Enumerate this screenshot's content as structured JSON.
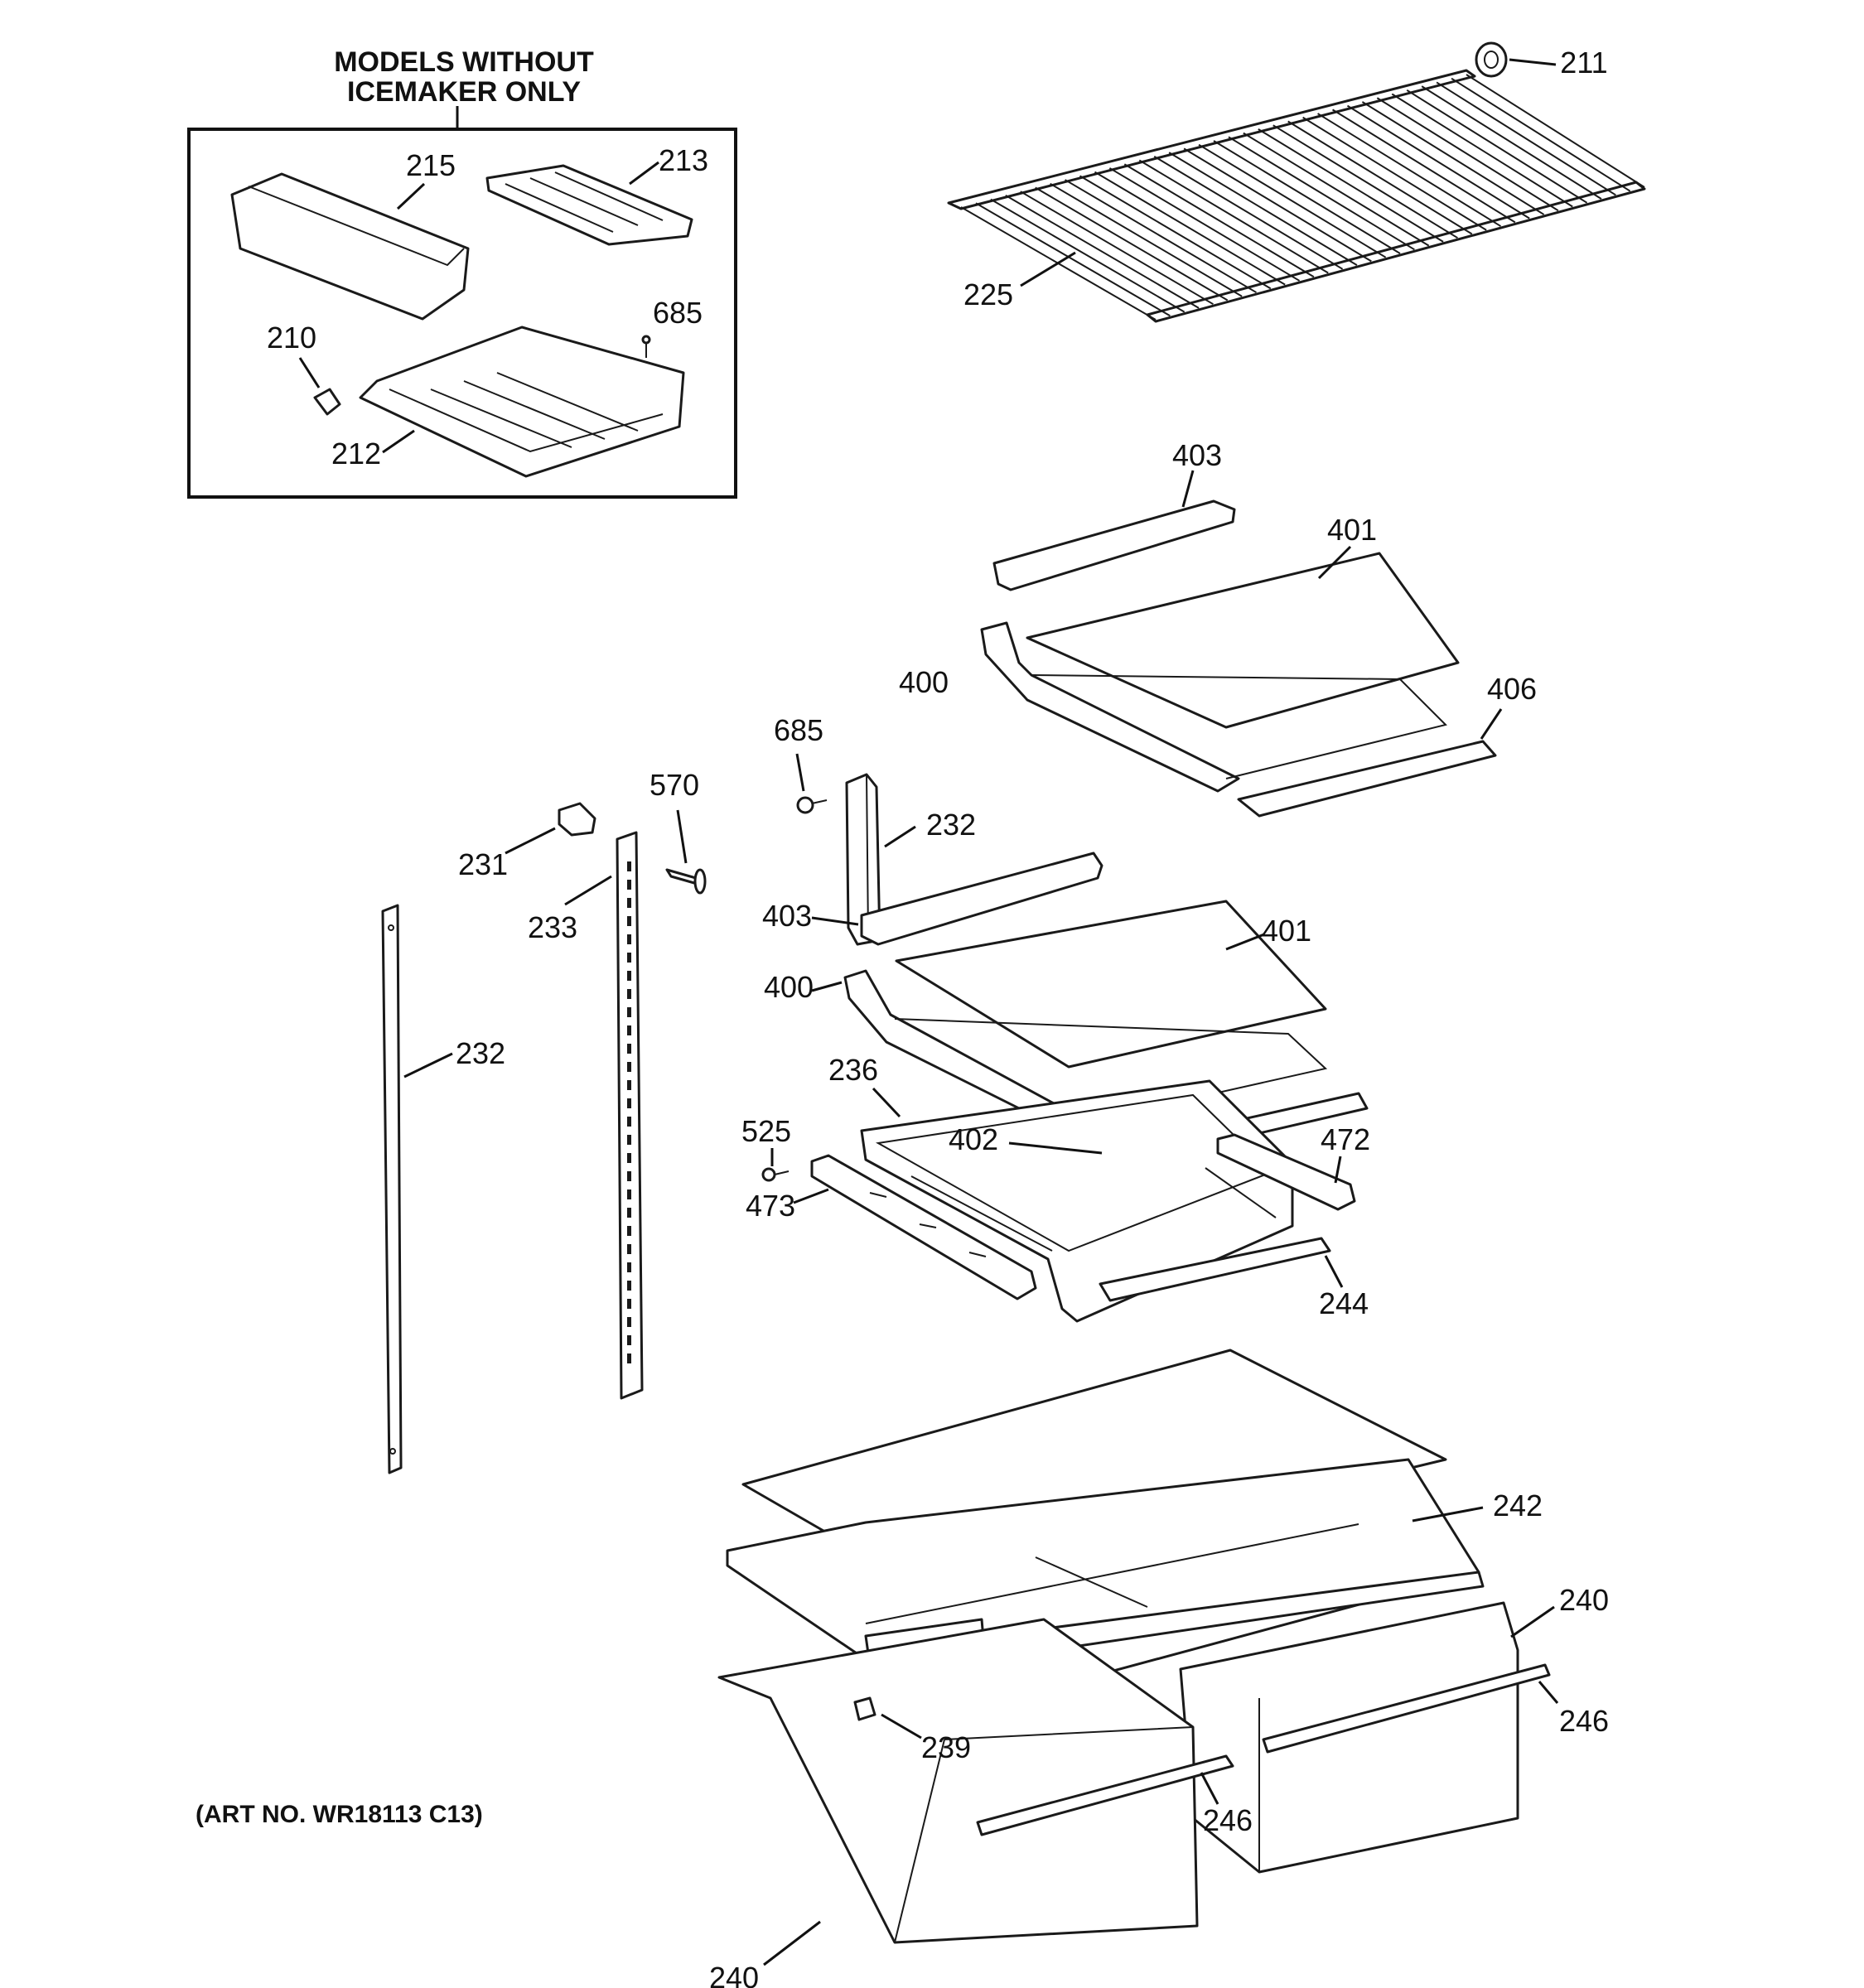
{
  "inset": {
    "heading_line1": "MODELS WITHOUT",
    "heading_line2": "ICEMAKER ONLY"
  },
  "art_number": "(ART NO. WR18113 C13)",
  "callouts": {
    "c211": "211",
    "c215": "215",
    "c213": "213",
    "c685a": "685",
    "c210": "210",
    "c212": "212",
    "c225": "225",
    "c403a": "403",
    "c401a": "401",
    "c400a": "400",
    "c406": "406",
    "c685b": "685",
    "c570": "570",
    "c232a": "232",
    "c231": "231",
    "c233": "233",
    "c403b": "403",
    "c401b": "401",
    "c400b": "400",
    "c232b": "232",
    "c236": "236",
    "c525": "525",
    "c402": "402",
    "c472": "472",
    "c473": "473",
    "c244": "244",
    "c242": "242",
    "c240a": "240",
    "c246a": "246",
    "c239": "239",
    "c246b": "246",
    "c240b": "240"
  }
}
